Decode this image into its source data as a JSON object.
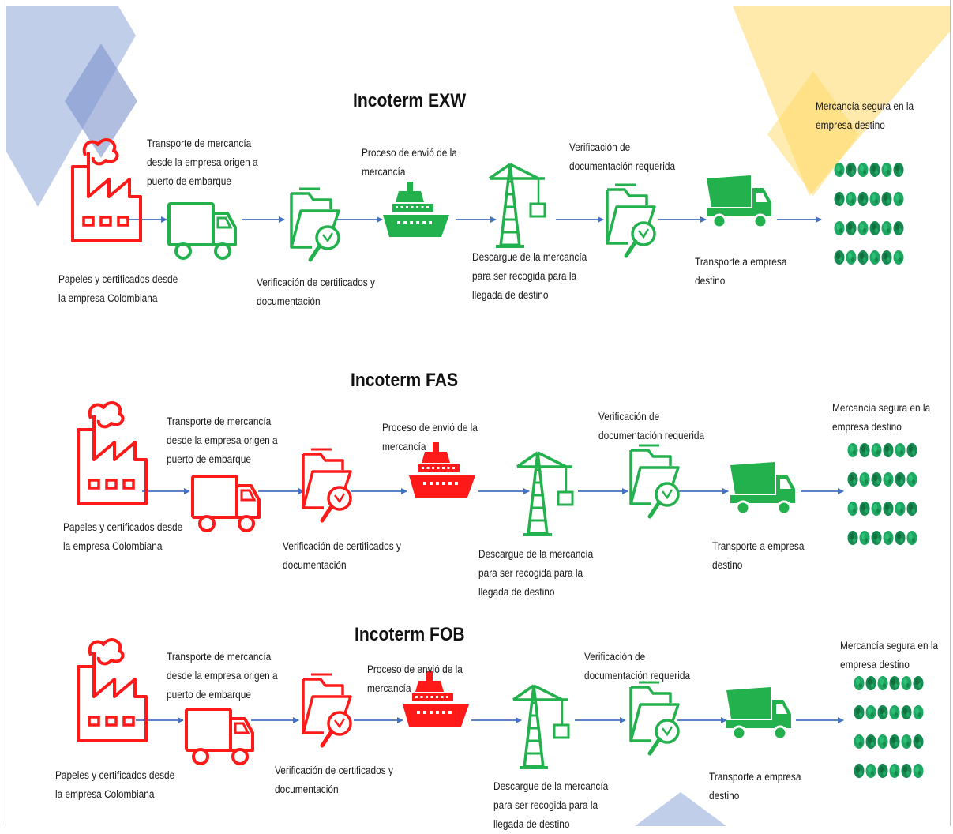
{
  "colors": {
    "red": "#ff1a1a",
    "green": "#22b14c",
    "arrow": "#4472c4",
    "shape_blue": "#8ea6d8",
    "shape_blue_dark": "#7d93cc",
    "shape_yellow": "#ffd966",
    "emerald": "#1fa862"
  },
  "rows": [
    {
      "title": "Incoterm EXW",
      "steps": [
        {
          "icon": "factory-icon",
          "color": "red",
          "label": "Papeles y certificados desde\nla empresa Colombiana"
        },
        {
          "icon": "truck-icon",
          "color": "green",
          "label": "Transporte de mercancía\ndesde la empresa origen a\npuerto de embarque"
        },
        {
          "icon": "folder-search-icon",
          "color": "green",
          "label": "Verificación de certificados y\ndocumentación"
        },
        {
          "icon": "ship-icon",
          "color": "green",
          "label": "Proceso de envió de la\nmercancía"
        },
        {
          "icon": "crane-icon",
          "color": "green",
          "label": "Descargue de la mercancía\npara ser recogida para la\nllegada de destino"
        },
        {
          "icon": "folder-search-icon",
          "color": "green",
          "label": "Verificación de\ndocumentación requerida"
        },
        {
          "icon": "dump-truck-icon",
          "color": "green",
          "label": "Transporte a empresa\ndestino"
        },
        {
          "icon": "emeralds-icon",
          "color": "green",
          "label": "Mercancía segura en la\nempresa destino"
        }
      ]
    },
    {
      "title": "Incoterm FAS",
      "steps": [
        {
          "icon": "factory-icon",
          "color": "red",
          "label": "Papeles y certificados desde\nla empresa Colombiana"
        },
        {
          "icon": "truck-icon",
          "color": "red",
          "label": "Transporte de mercancía\ndesde la empresa origen a\npuerto de embarque"
        },
        {
          "icon": "folder-search-icon",
          "color": "red",
          "label": "Verificación de certificados y\ndocumentación"
        },
        {
          "icon": "ship-icon",
          "color": "red",
          "label": "Proceso de envió de la\nmercancía"
        },
        {
          "icon": "crane-icon",
          "color": "green",
          "label": "Descargue de la mercancía\npara ser recogida para la\nllegada de destino"
        },
        {
          "icon": "folder-search-icon",
          "color": "green",
          "label": "Verificación de\ndocumentación requerida"
        },
        {
          "icon": "dump-truck-icon",
          "color": "green",
          "label": "Transporte a empresa\ndestino"
        },
        {
          "icon": "emeralds-icon",
          "color": "green",
          "label": "Mercancía segura en la\nempresa destino"
        }
      ]
    },
    {
      "title": "Incoterm FOB",
      "steps": [
        {
          "icon": "factory-icon",
          "color": "red",
          "label": "Papeles y certificados desde\nla empresa Colombiana"
        },
        {
          "icon": "truck-icon",
          "color": "red",
          "label": "Transporte de mercancía\ndesde la empresa origen a\npuerto de embarque"
        },
        {
          "icon": "folder-search-icon",
          "color": "red",
          "label": "Verificación de certificados y\ndocumentación"
        },
        {
          "icon": "ship-icon",
          "color": "red",
          "label": "Proceso de envió de la\nmercancía"
        },
        {
          "icon": "crane-icon",
          "color": "green",
          "label": "Descargue de la mercancía\npara ser recogida para la\nllegada de destino"
        },
        {
          "icon": "folder-search-icon",
          "color": "green",
          "label": "Verificación de\ndocumentación requerida"
        },
        {
          "icon": "dump-truck-icon",
          "color": "green",
          "label": "Transporte a empresa\ndestino"
        },
        {
          "icon": "emeralds-icon",
          "color": "green",
          "label": "Mercancía segura en la\nempresa destino"
        }
      ]
    }
  ]
}
